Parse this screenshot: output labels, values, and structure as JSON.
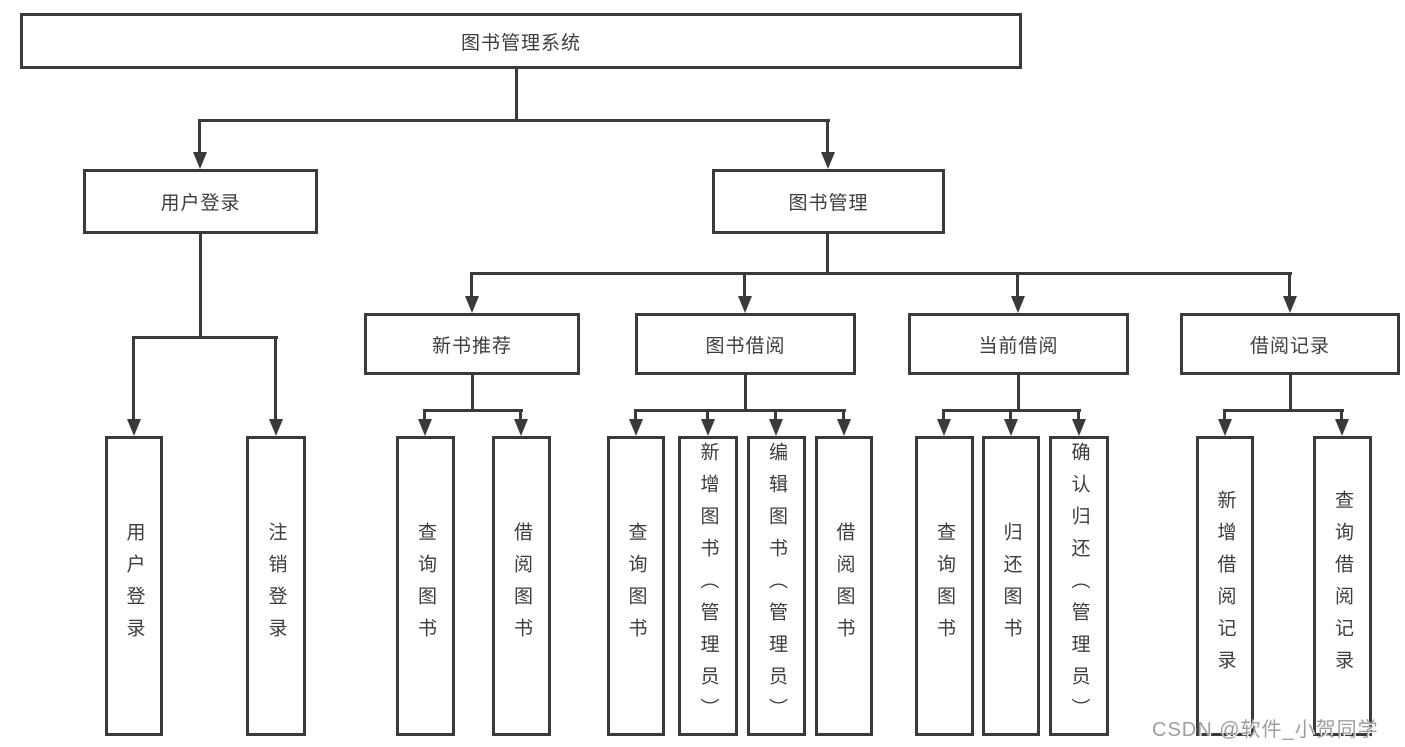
{
  "diagram": {
    "title": "图书管理系统",
    "nodes": {
      "root": "图书管理系统",
      "user_login": "用户登录",
      "book_management": "图书管理",
      "new_book_recommend": "新书推荐",
      "book_borrow": "图书借阅",
      "current_borrow": "当前借阅",
      "borrow_records": "借阅记录",
      "leaf_user_login": "用户登录",
      "leaf_logout": "注销登录",
      "leaf_query_book_nb": "查询图书",
      "leaf_borrow_book_nb": "借阅图书",
      "leaf_query_book_bb": "查询图书",
      "leaf_add_book": "新增图书（管理员）",
      "leaf_edit_book": "编辑图书（管理员）",
      "leaf_borrow_book_bb": "借阅图书",
      "leaf_query_book_cb": "查询图书",
      "leaf_return_book": "归还图书",
      "leaf_confirm_return": "确认归还（管理员）",
      "leaf_add_record": "新增借阅记录",
      "leaf_query_record": "查询借阅记录"
    },
    "watermark": "CSDN @软件_小贺同学",
    "colors": {
      "line": "#3a3a3a",
      "text": "#3d3d3d",
      "watermark": "#9e9e9e",
      "background": "#ffffff"
    }
  }
}
